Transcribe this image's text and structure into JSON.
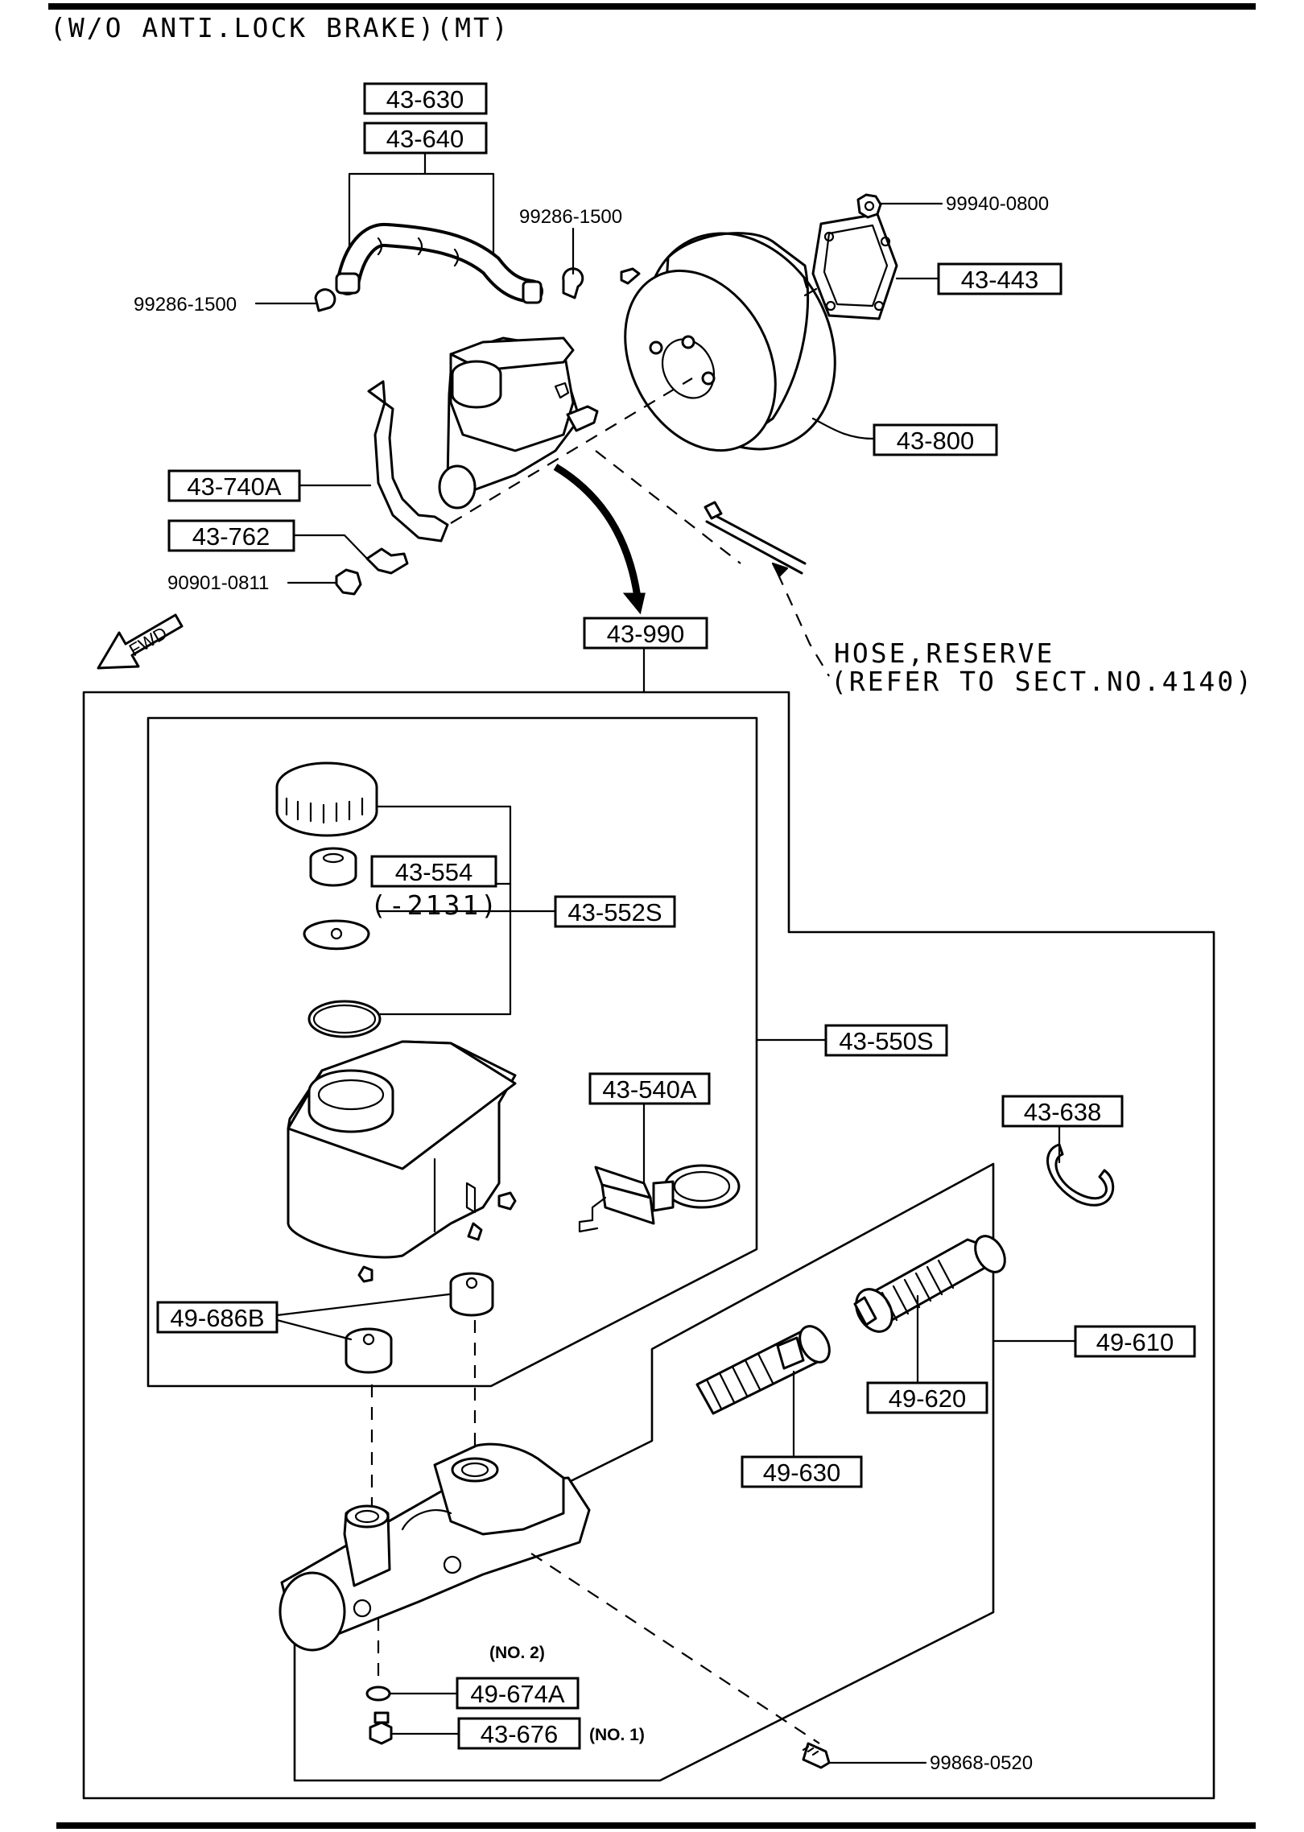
{
  "title": "(W/O ANTI.LOCK BRAKE)(MT)",
  "fwd_label": "FWD",
  "note": {
    "line1": "HOSE,RESERVE",
    "line2": "(REFER TO SECT.NO.4140)"
  },
  "parts": {
    "p43_630": "43-630",
    "p43_640": "43-640",
    "p99286_left": "99286-1500",
    "p99286_right": "99286-1500",
    "p99940": "99940-0800",
    "p43_443": "43-443",
    "p43_800": "43-800",
    "p43_740a": "43-740A",
    "p43_762": "43-762",
    "p90901": "90901-0811",
    "p43_990": "43-990",
    "p43_554": "43-554",
    "p43_554_note": "(-2131)",
    "p43_552s": "43-552S",
    "p43_550s": "43-550S",
    "p43_540a": "43-540A",
    "p43_638": "43-638",
    "p49_686b": "49-686B",
    "p49_610": "49-610",
    "p49_620": "49-620",
    "p49_630": "49-630",
    "p49_674a": "49-674A",
    "p43_676": "43-676",
    "p99868": "99868-0520",
    "no2": "(NO. 2)",
    "no1": "(NO. 1)"
  }
}
